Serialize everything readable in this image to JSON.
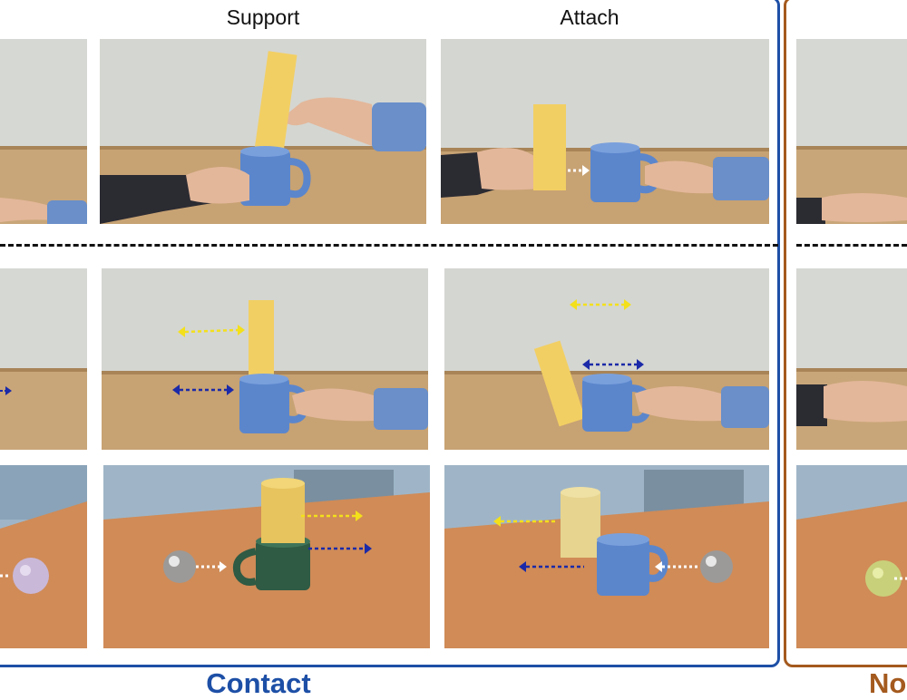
{
  "figure": {
    "columns": [
      {
        "label": "Support"
      },
      {
        "label": "Attach"
      }
    ],
    "groups": [
      {
        "label": "Contact",
        "color": "#1d4fa6"
      },
      {
        "label": "No",
        "color": "#a45a1e"
      }
    ]
  },
  "colors": {
    "yellow_object": "#f2cf63",
    "blue_mug": "#5b86cc",
    "green_mug": "#2f5a43",
    "table_wood": "#c9a679",
    "sim_table": "#d08b57",
    "wall": "#d6d8d4",
    "yellow_arrow": "#f3e01b",
    "blue_arrow": "#1b2aa8"
  }
}
